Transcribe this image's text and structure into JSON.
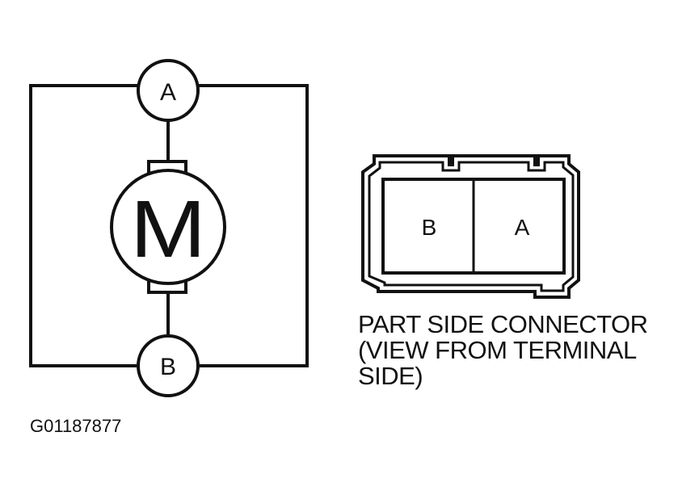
{
  "motor": {
    "terminal_a_label": "A",
    "terminal_b_label": "B",
    "motor_symbol": "M"
  },
  "connector": {
    "cavity_left_label": "B",
    "cavity_right_label": "A",
    "caption_lines": [
      "PART SIDE CONNECTOR",
      "(VIEW FROM TERMINAL",
      "SIDE)"
    ]
  },
  "figure_id": "G01187877"
}
